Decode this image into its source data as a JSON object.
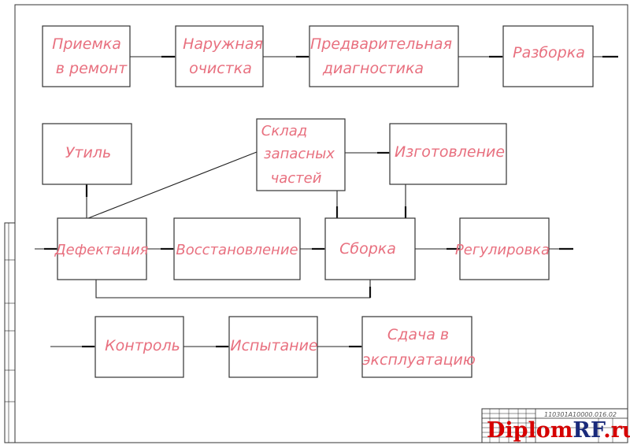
{
  "blocks": {
    "acceptance": [
      "Приемка",
      "в ремонт"
    ],
    "external_cleaning": [
      "Наружная",
      "очистка"
    ],
    "pre_diagnostics": [
      "Предварительная",
      "диагностика"
    ],
    "disassembly": [
      "Разборка"
    ],
    "scrap": [
      "Утиль"
    ],
    "spare_parts_warehouse": [
      "Склад",
      "запасных",
      "частей"
    ],
    "manufacturing": [
      "Изготовление"
    ],
    "defect_detection": [
      "Дефектация"
    ],
    "restoration": [
      "Восстановление"
    ],
    "assembly": [
      "Сборка"
    ],
    "adjustment": [
      "Регулировка"
    ],
    "control": [
      "Контроль"
    ],
    "testing": [
      "Испытание"
    ],
    "handover": [
      "Сдача в",
      "эксплуатацию"
    ]
  },
  "title_block": {
    "document_code": "110301А10000.016.02"
  },
  "watermark": {
    "red_part": "Diplom",
    "blue_part": "RF",
    "suffix": ".ru"
  },
  "colors": {
    "label": "#e8707f",
    "lines": "#222222",
    "watermark_red": "#d60000",
    "watermark_blue": "#1a2a7a"
  }
}
